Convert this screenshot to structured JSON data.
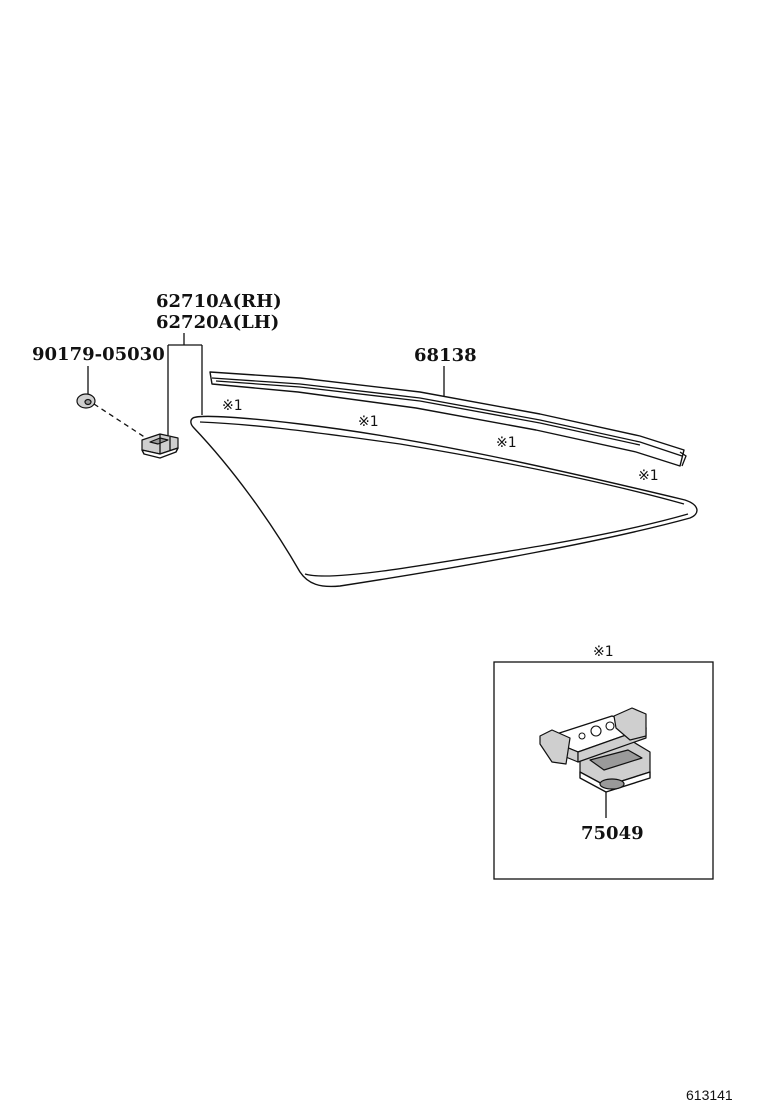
{
  "labels": {
    "part_62710": "62710A(RH)",
    "part_62720": "62720A(LH)",
    "part_90179": "90179-05030",
    "part_68138": "68138",
    "part_75049": "75049",
    "ref_mark": "※1",
    "drawing_number": "613141"
  }
}
